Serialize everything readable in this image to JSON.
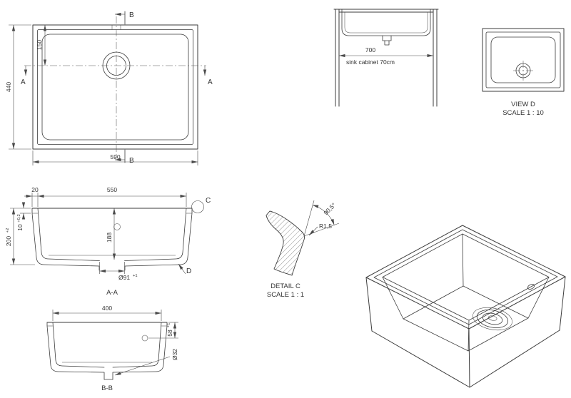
{
  "bg": "#ffffff",
  "ink": "#3b3b3b",
  "top_view": {
    "b_top": "B",
    "b_bottom": "B",
    "a_left": "A",
    "a_right": "A",
    "dim_440": "440",
    "dim_150": "150",
    "dim_590": "590"
  },
  "cabinet": {
    "dim_700": "700",
    "caption": "sink cabinet 70cm"
  },
  "view_d": {
    "title": "VIEW D",
    "scale": "SCALE 1 : 10"
  },
  "section_aa": {
    "dim_20": "20",
    "dim_550": "550",
    "dim_10": "10",
    "tol_10": "+0,2",
    "dim_200": "200",
    "tol_200": "+2",
    "dim_188": "188",
    "dim_drain": "Ø91",
    "tol_drain": "+1",
    "callout_c": "C",
    "arrow_d": "D",
    "label": "A-A"
  },
  "detail_c": {
    "angle": "90,5°",
    "radius": "R1,5",
    "title": "DETAIL C",
    "scale": "SCALE 1 : 1"
  },
  "section_bb": {
    "dim_400": "400",
    "dim_58": "58",
    "tol_58": "+1",
    "dim_32": "Ø32",
    "label": "B-B"
  }
}
